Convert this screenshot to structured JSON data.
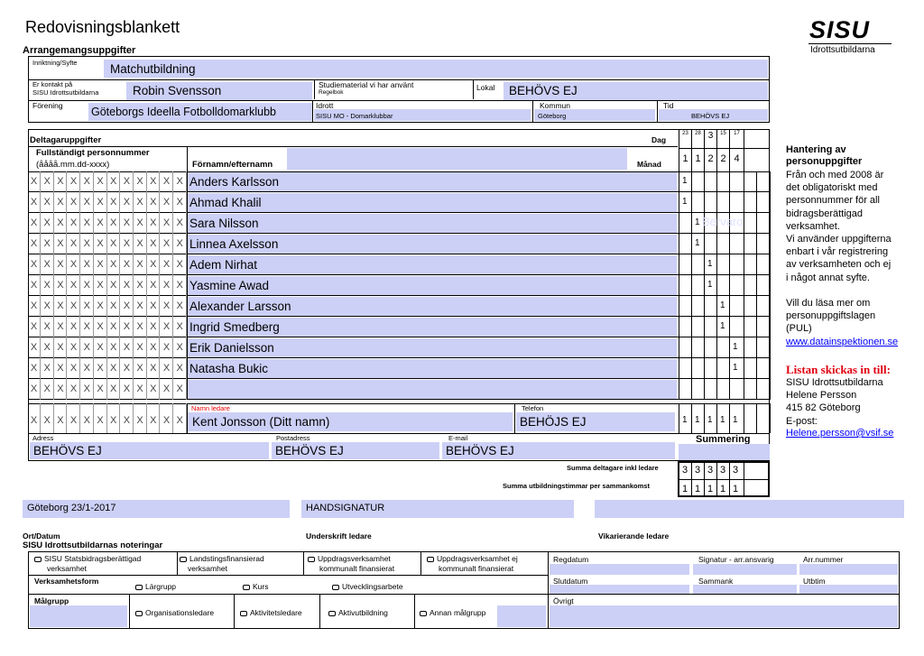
{
  "title": "Redovisningsblankett",
  "logo": {
    "text": "SISU",
    "sub": "Idrottsutbildarna"
  },
  "arr": {
    "heading": "Arrangemangsuppgifter",
    "inriktning_label": "Inriktning/Syfte",
    "inriktning": "Matchutbildning",
    "kontakt_label1": "Er kontakt på",
    "kontakt_label2": "SISU Idrottsutbildarna",
    "kontakt": "Robin Svensson",
    "studie_label": "Studiematerial vi har använt",
    "studie_sub": "Regelbok",
    "lokal_label": "Lokal",
    "lokal": "BEHÖVS EJ",
    "forening_label": "Förening",
    "forening": "Göteborgs Ideella Fotbolldomarklubb",
    "idrott_label": "Idrott",
    "idrott": "SISU MO - Domarklubbar",
    "kommun_label": "Kommun",
    "kommun": "Göteborg",
    "tid_label": "Tid",
    "tid": "BEHÖVS EJ"
  },
  "deltagare": {
    "heading": "Deltagaruppgifter",
    "pnr_label": "Fullständigt personnummer",
    "pnr_fmt": "(åååå.mm.dd-xxxx)",
    "namn_label": "Förnamn/efternamn",
    "dag_label": "Dag",
    "manad_label": "Månad",
    "days": [
      "23",
      "28",
      "3",
      "15",
      "17",
      ""
    ],
    "months": [
      "1",
      "1",
      "2",
      "2",
      "4",
      ""
    ],
    "x": "X",
    "watermark": "Bervaro",
    "rows": [
      {
        "name": "Anders Karlsson",
        "col": 0
      },
      {
        "name": "Ahmad Khalil",
        "col": 0
      },
      {
        "name": "Sara Nilsson",
        "col": 1
      },
      {
        "name": "Linnea Axelsson",
        "col": 1
      },
      {
        "name": "Adem Nirhat",
        "col": 2
      },
      {
        "name": "Yasmine Awad",
        "col": 2
      },
      {
        "name": "Alexander Larsson",
        "col": 3
      },
      {
        "name": "Ingrid Smedberg",
        "col": 3
      },
      {
        "name": "Erik Danielsson",
        "col": 4
      },
      {
        "name": "Natasha Bukic",
        "col": 4
      }
    ],
    "mark": "1",
    "ledare_label": "Namn ledare",
    "ledare": "Kent Jonsson (Ditt namn)",
    "telefon_label": "Telefon",
    "telefon": "BEHÖJS EJ",
    "ledare_marks": [
      "1",
      "1",
      "1",
      "1",
      "1"
    ],
    "adress_label": "Adress",
    "adress": "BEHÖVS EJ",
    "post_label": "Postadress",
    "post": "BEHÖVS EJ",
    "email_label": "E-mail",
    "email": "BEHÖVS EJ",
    "summering": "Summering",
    "sum_deltagare_label": "Summa deltagare inkl ledare",
    "sum_deltagare": [
      "3",
      "3",
      "3",
      "3",
      "3"
    ],
    "sum_timmar_label": "Summa utbildningstimmar per sammankomst",
    "sum_timmar": [
      "1",
      "1",
      "1",
      "1",
      "1"
    ]
  },
  "sign": {
    "ort": "Göteborg 23/1-2017",
    "ort_label": "Ort/Datum",
    "hand": "HANDSIGNATUR",
    "under_label": "Underskrift ledare",
    "vik_label": "Vikarierande ledare"
  },
  "side": {
    "h1": "Hantering av",
    "h2": "personuppgifter",
    "p1": [
      "Från och med 2008 är",
      "det obligatoriskt med",
      "personnummer för all",
      "bidragsberättigad",
      "verksamhet.",
      "Vi använder uppgifterna",
      "enbart i vår registrering",
      "av verksamheten och ej",
      "i något annat syfte."
    ],
    "p2": [
      "Vill du läsa mer om",
      "personuppgiftslagen",
      "(PUL)"
    ],
    "link": "www.datainspektionen.se",
    "send": "Listan skickas in till:",
    "addr": [
      "SISU Idrottsutbildarna",
      "Helene Persson",
      "415 82 Göteborg",
      "E-post:"
    ],
    "email": "Helene.persson@vsif.se"
  },
  "notes": {
    "heading": "SISU Idrottsutbildarnas noteringar",
    "c1a": "SISU Statsbidragsberättigad",
    "c1b": "verksamhet",
    "c2a": "Landstingsfinansierad",
    "c2b": "verksamhet",
    "c3a": "Uppdragsverksamhet",
    "c3b": "kommunalt finansierat",
    "c4a": "Uppdragsverksamhet ej",
    "c4b": "kommunalt finansierat",
    "vf_label": "Verksamhetsform",
    "lar": "Lärgrupp",
    "kurs": "Kurs",
    "utv": "Utvecklingsarbete",
    "mg_label": "Målgrupp",
    "org": "Organisationsledare",
    "akt": "Aktivitetsledare",
    "aktu": "Aktivutbildning",
    "annan": "Annan målgrupp",
    "regdatum": "Regdatum",
    "signatur": "Signatur - arr.ansvarig",
    "arrnr": "Arr.nummer",
    "slutdatum": "Slutdatum",
    "sammank": "Sammank",
    "utbtim": "Utbtim",
    "ovrigt": "Övrigt"
  }
}
